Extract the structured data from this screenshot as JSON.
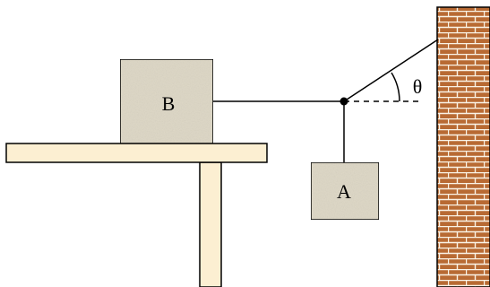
{
  "diagram": {
    "block_b_label": "B",
    "block_a_label": "A",
    "angle_label": "θ"
  },
  "colors": {
    "table_fill": "#FCEFD2",
    "block_fill": "#DED8C7",
    "brick_fill": "#B86A33",
    "mortar": "#FAF3E6",
    "line": "#000000"
  }
}
